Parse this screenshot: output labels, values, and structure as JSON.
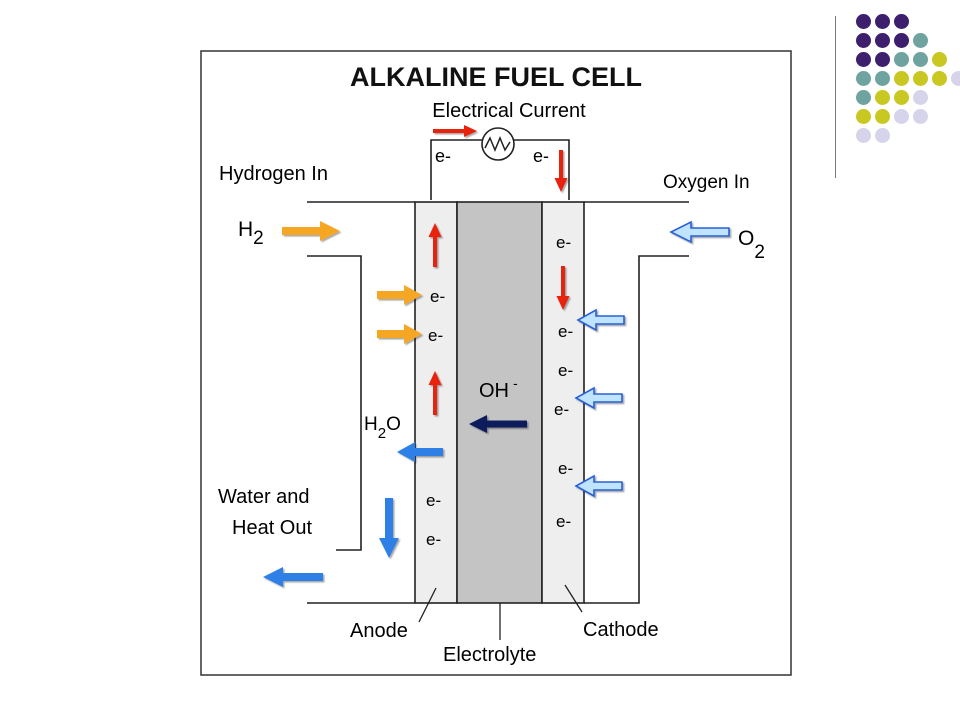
{
  "diagram": {
    "title": "ALKALINE FUEL CELL",
    "electrical_current": "Electrical Current",
    "hydrogen_in": "Hydrogen In",
    "oxygen_in": "Oxygen In",
    "h2": {
      "base": "H",
      "sub": "2"
    },
    "o2": {
      "base": "O",
      "sub": "2"
    },
    "h2o": {
      "pre": "H",
      "sub": "2",
      "post": "O"
    },
    "oh": {
      "base": "OH",
      "sup": "-"
    },
    "water_heat_line1": "Water and",
    "water_heat_line2": "Heat Out",
    "anode": "Anode",
    "electrolyte": "Electrolyte",
    "cathode": "Cathode",
    "electron": "e-"
  },
  "colors": {
    "electron_flow": "#e8200c",
    "hydrogen": "#f5a623",
    "oxygen": "#bfe4ff",
    "water": "#2f7fe6",
    "hydroxide": "#0b1a5a",
    "electrode": "#eeeeee",
    "electrolyte": "#c4c4c4",
    "deco_purple": "#3d1f6e",
    "deco_teal": "#6fa3a0",
    "deco_olive": "#c9c822",
    "deco_lavender": "#d6d4ea"
  },
  "decoration_pattern": [
    [
      "purple",
      "purple",
      "purple",
      "",
      "",
      ""
    ],
    [
      "purple",
      "purple",
      "purple",
      "teal",
      "",
      ""
    ],
    [
      "purple",
      "purple",
      "teal",
      "teal",
      "olive",
      ""
    ],
    [
      "teal",
      "teal",
      "olive",
      "olive",
      "olive",
      "lavender"
    ],
    [
      "teal",
      "olive",
      "olive",
      "lavender",
      "",
      ""
    ],
    [
      "olive",
      "olive",
      "lavender",
      "lavender",
      "",
      ""
    ],
    [
      "lavender",
      "lavender",
      "",
      "",
      "",
      ""
    ]
  ]
}
